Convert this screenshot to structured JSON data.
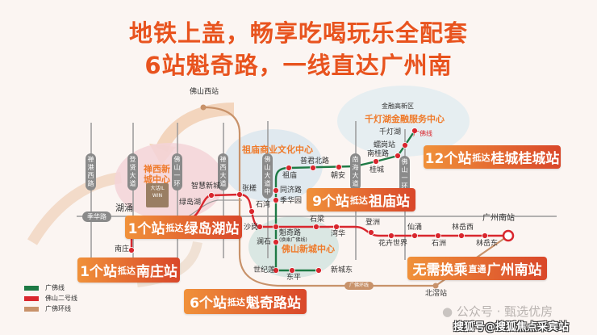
{
  "title": {
    "line1": "地铁上盖，畅享吃喝玩乐全配套",
    "line2": "6站魁奇路，一线直达广州南"
  },
  "colors": {
    "guangfo_line": "#1e7a45",
    "foshan_line2": "#d9272e",
    "guangfo_ring": "#c8926a",
    "accent": "#e8531e"
  },
  "zones": {
    "chanxi": "禅西新城中心",
    "zumiao": "祖庙商业文化中心",
    "jinrong_sub": "金融高新区",
    "qiandenghu": "千灯湖金融服务中心",
    "xincheng": "佛山新城中心"
  },
  "roads": [
    "禅港西路",
    "登贤大道",
    "佛山一环",
    "禅西大道",
    "佛山大道中",
    "南海大道",
    "佛山一环",
    "季华路"
  ],
  "logo_text": "大话IL WIN",
  "stations": {
    "red": [
      "南庄",
      "湖涌",
      "绿岛湖",
      "智慧新城",
      "张槎",
      "石湾",
      "沙岗",
      "魁奇路",
      "石梁",
      "湾华",
      "登洲",
      "花卉世界",
      "仙涌",
      "石洲",
      "林岳西",
      "林岳东",
      "广州南站"
    ],
    "green": [
      "千灯湖",
      "蠕岗站",
      "南桂路",
      "桂城",
      "朝安",
      "普君北路",
      "祖庙",
      "同济路",
      "季华园",
      "澜石",
      "世纪莲",
      "东平",
      "新城东"
    ],
    "ring": [
      "佛山西站",
      "北滘站"
    ],
    "kuiqi_note": "(换乘广佛线)",
    "green_tag": "广佛线",
    "ring_tag": "广佛环线"
  },
  "callouts": [
    {
      "num": "12个站",
      "mid": "抵达",
      "dest": "桂城桂城站"
    },
    {
      "num": "9个站",
      "mid": "抵达",
      "dest": "祖庙站"
    },
    {
      "num": "1个站",
      "mid": "抵达",
      "dest": "绿岛湖站"
    },
    {
      "num": "1个站",
      "mid": "抵达",
      "dest": "南庄站"
    },
    {
      "num": "6个站",
      "mid": "抵达",
      "dest": "魁奇路站"
    },
    {
      "num": "无需换乘",
      "mid": "直通",
      "dest": "广州南站"
    }
  ],
  "legend": [
    "广佛线",
    "佛山二号线",
    "广佛环线"
  ],
  "watermarks": [
    "公众号 · 甄选优房",
    "搜狐号@搜狐焦点采宾站"
  ]
}
